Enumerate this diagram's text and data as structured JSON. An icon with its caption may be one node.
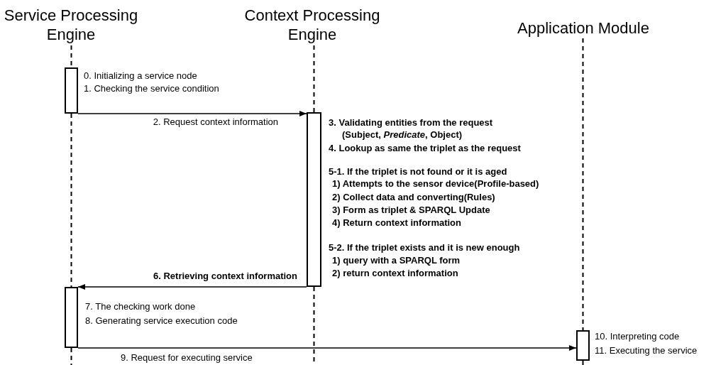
{
  "diagram": {
    "nodes": [
      {
        "text": [
          "Service Processing Engine"
        ]
      },
      {
        "text": [
          "Context Processing Engine"
        ]
      },
      {
        "text": [
          "Application Module"
        ]
      },
      {
        "text": [],
        "shape": "bar",
        "beside": [
          "0. Initializing a service node",
          "1. Checking the service condition"
        ]
      },
      {
        "text": [],
        "shape": "bar",
        "beside": [
          "3. Validating entities from the request",
          "(Subject, *Predicate*, Object)",
          "4. Lookup as same the triplet as the request",
          "5-1. If the triplet is not found or it is aged",
          "1) Attempts to the sensor device(Profile-based)",
          "2) Collect data and converting(Rules)",
          "3) Form as triplet & SPARQL Update",
          "4) Return context information",
          "5-2. If the triplet exists and it is new enough",
          "1) query with a SPARQL form",
          "2) return context information"
        ]
      },
      {
        "text": [],
        "shape": "bar",
        "beside": [
          "7. The checking work done",
          "8. Generating service execution code"
        ]
      },
      {
        "text": [],
        "shape": "bar",
        "beside": [
          "10. Interpreting code",
          "11. Executing the service"
        ]
      }
    ],
    "edges": [
      {
        "from": 0,
        "to": 3,
        "arrow": "none",
        "style": "dashed"
      },
      {
        "from": 3,
        "to": 5,
        "arrow": "none",
        "style": "dashed"
      },
      {
        "from": 5,
        "to": null,
        "arrow": "none",
        "style": "dashed"
      },
      {
        "from": 1,
        "to": 4,
        "arrow": "none",
        "style": "dashed"
      },
      {
        "from": 4,
        "to": null,
        "arrow": "none",
        "style": "dashed"
      },
      {
        "from": 2,
        "to": 6,
        "arrow": "none",
        "style": "dashed"
      },
      {
        "from": 6,
        "to": null,
        "arrow": "none",
        "style": "dashed"
      },
      {
        "from": 3,
        "to": 4,
        "arrow": "to",
        "label": "2. Request context information"
      },
      {
        "from": 4,
        "to": 5,
        "arrow": "to",
        "label": "6. Retrieving context information"
      },
      {
        "from": 5,
        "to": 6,
        "arrow": "to",
        "label": "9. Request for executing service"
      }
    ]
  }
}
